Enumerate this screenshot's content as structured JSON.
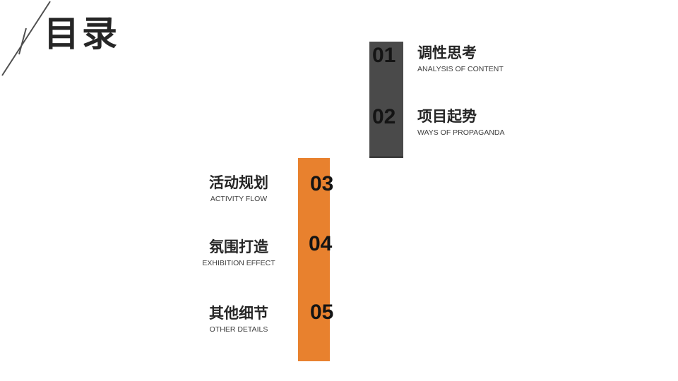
{
  "slide": {
    "title": "目录",
    "colors": {
      "background": "#ffffff",
      "dark_bar": "#4a4a4a",
      "orange_bar": "#e8812e",
      "title_text": "#262626",
      "number_text": "#141414",
      "subtitle_text": "#3d3d3d"
    }
  },
  "toc": {
    "items": [
      {
        "number": "01",
        "title": "调性思考",
        "subtitle": "ANALYSIS OF CONTENT"
      },
      {
        "number": "02",
        "title": "项目起势",
        "subtitle": "WAYS OF PROPAGANDA"
      },
      {
        "number": "03",
        "title": "活动规划",
        "subtitle": "ACTIVITY FLOW"
      },
      {
        "number": "04",
        "title": "氛围打造",
        "subtitle": "EXHIBITION EFFECT"
      },
      {
        "number": "05",
        "title": "其他细节",
        "subtitle": "OTHER DETAILS"
      }
    ]
  }
}
